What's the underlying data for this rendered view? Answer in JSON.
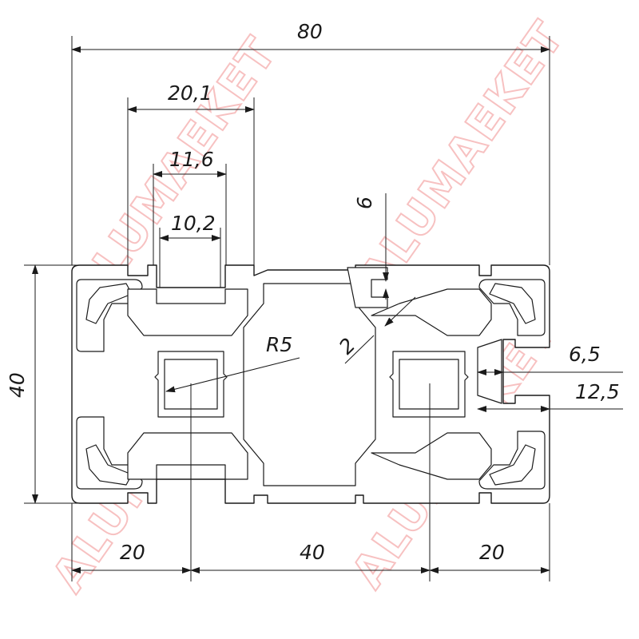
{
  "watermark": {
    "text": "ALUMAEKET",
    "color": "#f6b7b7"
  },
  "dimensions": {
    "overall_width": "80",
    "overall_height": "40",
    "slot_outer_width": "20,1",
    "slot_middle_width": "11,6",
    "slot_opening": "10,2",
    "wall_top": "6",
    "wall_thickness": "2",
    "radius": "R5",
    "right_inner": "6,5",
    "right_outer": "12,5",
    "bottom_left": "20",
    "bottom_center": "40",
    "bottom_right": "20"
  },
  "colors": {
    "line": "#1a1a1a",
    "background": "#ffffff"
  }
}
